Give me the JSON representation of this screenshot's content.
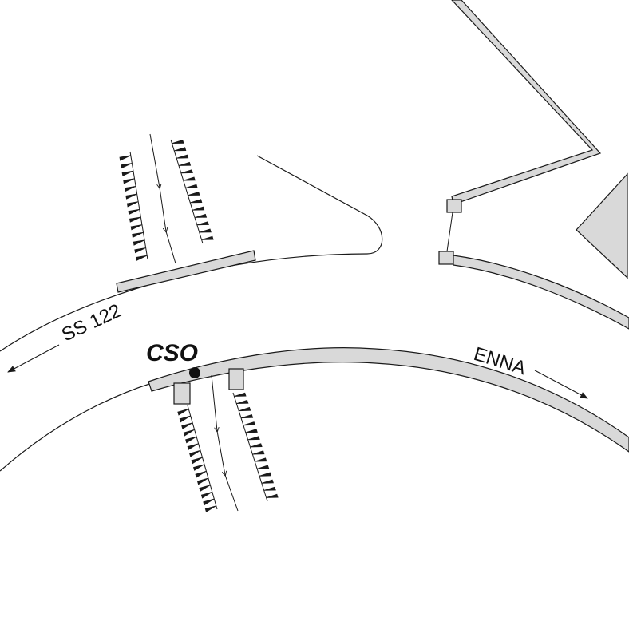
{
  "labels": {
    "road_west": "SS 122",
    "road_east": "ENNA",
    "point": "CSO"
  },
  "colors": {
    "line": "#1a1a1a",
    "fill": "#d9d9d9",
    "background": "#ffffff"
  },
  "icons": {
    "direction_arrow": "arrow-icon",
    "station_point": "filled-circle-icon",
    "landmark": "triangle-icon"
  }
}
